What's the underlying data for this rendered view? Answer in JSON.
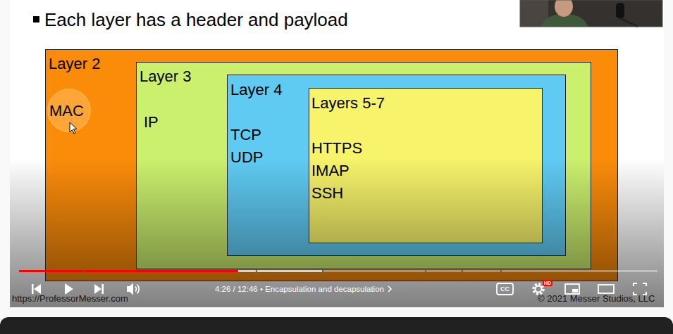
{
  "diagram": {
    "title": "Each layer has a header and payload",
    "nodes": [
      {
        "text": [
          "Layer 2",
          "MAC"
        ]
      },
      {
        "text": [
          "Layer 3",
          "IP"
        ],
        "in": 0
      },
      {
        "text": [
          "Layer 4",
          "TCP",
          "UDP"
        ],
        "in": 1
      },
      {
        "text": [
          "Layers 5-7",
          "HTTPS",
          "IMAP",
          "SSH"
        ],
        "in": 2
      }
    ],
    "labels": [
      "4:26 / 12:46 • Encapsulation and decapsulation",
      "CC",
      "HD",
      "https://ProfessorMesser.com",
      "© 2021 Messer Studios, LLC"
    ]
  }
}
